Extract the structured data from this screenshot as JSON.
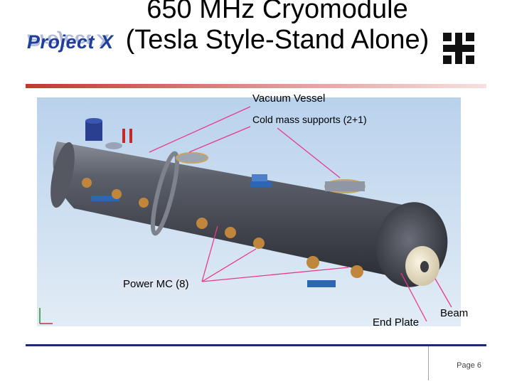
{
  "slide": {
    "title": "650 MHz Cryomodule (Tesla Style-Stand Alone)",
    "project_logo_text": "Project X",
    "page": "Page 6"
  },
  "labels": {
    "vacuum_vessel": "Vacuum Vessel",
    "cold_mass_supports": "Cold mass supports (2+1)",
    "power_mc": "Power MC (8)",
    "end_plate": "End Plate",
    "beam": "Beam"
  },
  "colors": {
    "accent_blue": "#1f3f9c",
    "callout_pink": "#e83a8a",
    "vessel_grey": "#4a4d55",
    "background_sky": "#c9dcee"
  },
  "icons": [
    "project-x-logo",
    "fermilab-logo"
  ]
}
